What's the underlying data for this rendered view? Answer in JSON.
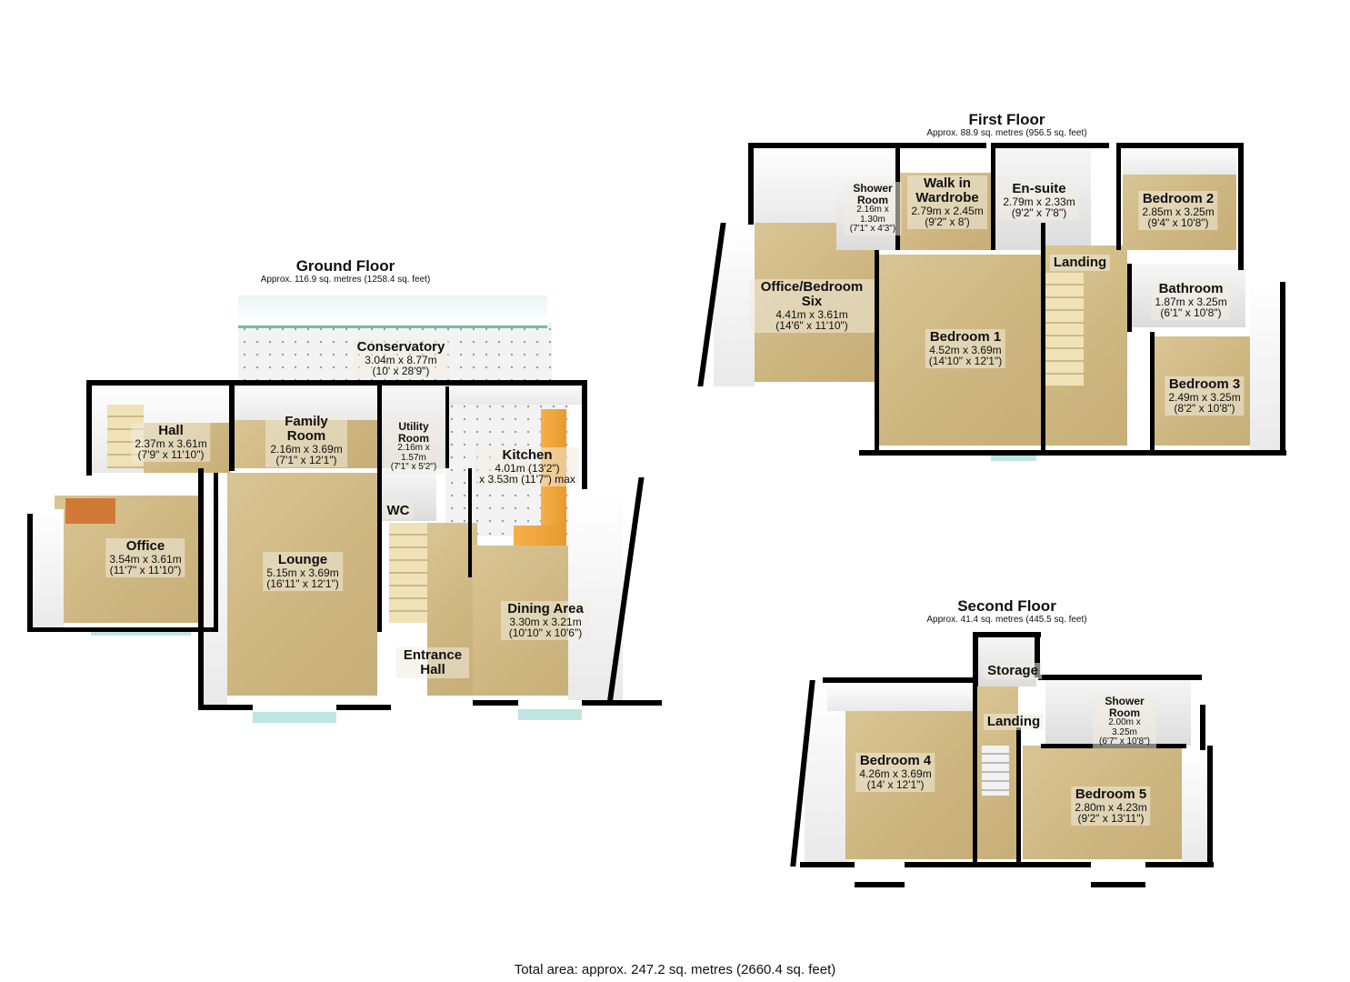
{
  "ground_floor": {
    "title": "Ground Floor",
    "area": "Approx. 116.9 sq. metres (1258.4 sq. feet)",
    "rooms": [
      {
        "name": "Conservatory",
        "metric": "3.04m x 8.77m",
        "imperial": "(10' x 28'9\")"
      },
      {
        "name": "Hall",
        "metric": "2.37m x 3.61m",
        "imperial": "(7'9\" x 11'10\")"
      },
      {
        "name": "Family Room",
        "metric": "2.16m x 3.69m",
        "imperial": "(7'1\" x 12'1\")"
      },
      {
        "name": "Utility Room",
        "metric": "2.16m x 1.57m",
        "imperial": "(7'1\" x 5'2\")"
      },
      {
        "name": "Kitchen",
        "metric": "4.01m (13'2\")",
        "imperial": "x 3.53m (11'7\") max"
      },
      {
        "name": "Office",
        "metric": "3.54m x 3.61m",
        "imperial": "(11'7\" x 11'10\")"
      },
      {
        "name": "Lounge",
        "metric": "5.15m x 3.69m",
        "imperial": "(16'11\" x 12'1\")"
      },
      {
        "name": "WC",
        "metric": "",
        "imperial": ""
      },
      {
        "name": "Dining Area",
        "metric": "3.30m x 3.21m",
        "imperial": "(10'10\" x 10'6\")"
      },
      {
        "name": "Entrance Hall",
        "metric": "",
        "imperial": ""
      }
    ]
  },
  "first_floor": {
    "title": "First Floor",
    "area": "Approx. 88.9 sq. metres (956.5 sq. feet)",
    "rooms": [
      {
        "name": "Shower Room",
        "metric": "2.16m x 1.30m",
        "imperial": "(7'1\" x 4'3\")"
      },
      {
        "name": "Walk in Wardrobe",
        "metric": "2.79m x 2.45m",
        "imperial": "(9'2\" x 8')"
      },
      {
        "name": "En-suite",
        "metric": "2.79m x 2.33m",
        "imperial": "(9'2\" x 7'8\")"
      },
      {
        "name": "Bedroom 2",
        "metric": "2.85m x 3.25m",
        "imperial": "(9'4\" x 10'8\")"
      },
      {
        "name": "Landing",
        "metric": "",
        "imperial": ""
      },
      {
        "name": "Bathroom",
        "metric": "1.87m x 3.25m",
        "imperial": "(6'1\" x 10'8\")"
      },
      {
        "name": "Office/Bedroom Six",
        "metric": "4.41m x 3.61m",
        "imperial": "(14'6\" x 11'10\")"
      },
      {
        "name": "Bedroom 1",
        "metric": "4.52m x 3.69m",
        "imperial": "(14'10\" x 12'1\")"
      },
      {
        "name": "Bedroom 3",
        "metric": "2.49m x 3.25m",
        "imperial": "(8'2\" x 10'8\")"
      }
    ]
  },
  "second_floor": {
    "title": "Second Floor",
    "area": "Approx. 41.4 sq. metres (445.5 sq. feet)",
    "rooms": [
      {
        "name": "Storage",
        "metric": "",
        "imperial": ""
      },
      {
        "name": "Landing",
        "metric": "",
        "imperial": ""
      },
      {
        "name": "Shower Room",
        "metric": "2.00m x 3.25m",
        "imperial": "(6'7\" x 10'8\")"
      },
      {
        "name": "Bedroom 4",
        "metric": "4.26m x 3.69m",
        "imperial": "(14' x 12'1\")"
      },
      {
        "name": "Bedroom 5",
        "metric": "2.80m x 4.23m",
        "imperial": "(9'2\" x 13'11\")"
      }
    ]
  },
  "footer": {
    "total_area": "Total area: approx. 247.2 sq. metres (2660.4 sq. feet)"
  },
  "colors": {
    "carpet": "#d2bc88",
    "worktop": "#f0a63d",
    "wall": "#000000",
    "glass": "#bfe6e2"
  }
}
